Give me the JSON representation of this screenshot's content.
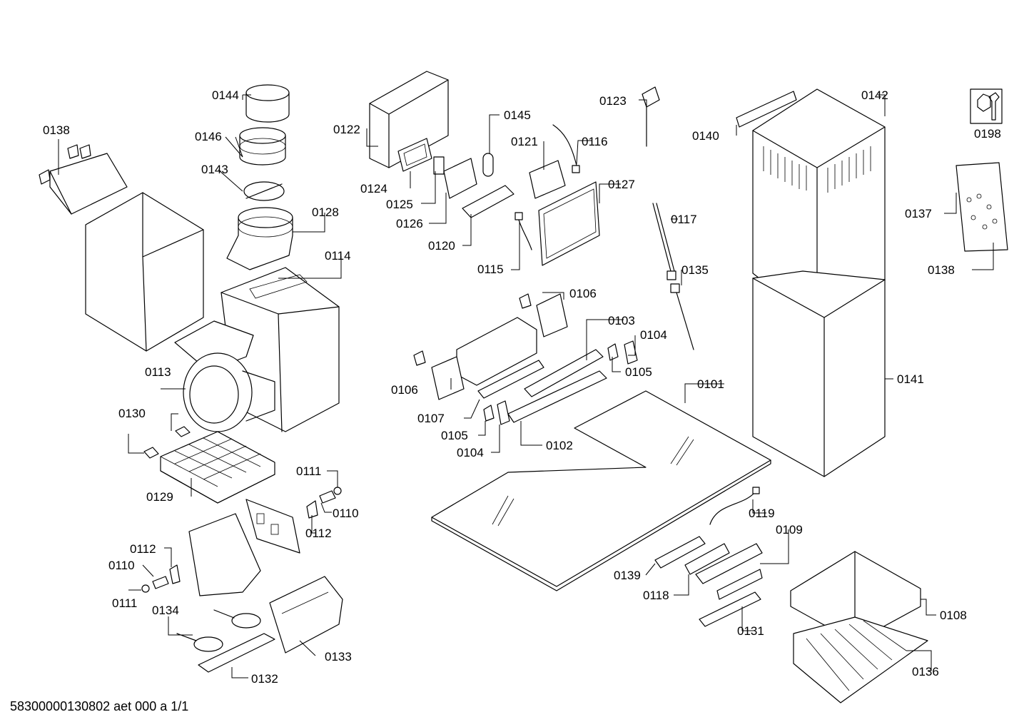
{
  "labels": {
    "p0101": "0101",
    "p0102": "0102",
    "p0103": "0103",
    "p0104a": "0104",
    "p0104b": "0104",
    "p0105a": "0105",
    "p0105b": "0105",
    "p0106a": "0106",
    "p0106b": "0106",
    "p0107": "0107",
    "p0108": "0108",
    "p0109": "0109",
    "p0110a": "0110",
    "p0110b": "0110",
    "p0111a": "0111",
    "p0111b": "0111",
    "p0112a": "0112",
    "p0112b": "0112",
    "p0113": "0113",
    "p0114": "0114",
    "p0115": "0115",
    "p0116": "0116",
    "p0117": "0117",
    "p0118": "0118",
    "p0119": "0119",
    "p0120": "0120",
    "p0121": "0121",
    "p0122": "0122",
    "p0123": "0123",
    "p0124": "0124",
    "p0125": "0125",
    "p0126": "0126",
    "p0127": "0127",
    "p0128": "0128",
    "p0129": "0129",
    "p0130": "0130",
    "p0131": "0131",
    "p0132": "0132",
    "p0133": "0133",
    "p0134": "0134",
    "p0135": "0135",
    "p0136": "0136",
    "p0137": "0137",
    "p0138a": "0138",
    "p0138b": "0138",
    "p0139": "0139",
    "p0140": "0140",
    "p0141": "0141",
    "p0142": "0142",
    "p0143": "0143",
    "p0144": "0144",
    "p0145": "0145",
    "p0146": "0146",
    "p0198": "0198"
  },
  "footer": "58300000130802 aet 000 a 1/1",
  "icons": {
    "service": "wrench-nut-icon"
  }
}
